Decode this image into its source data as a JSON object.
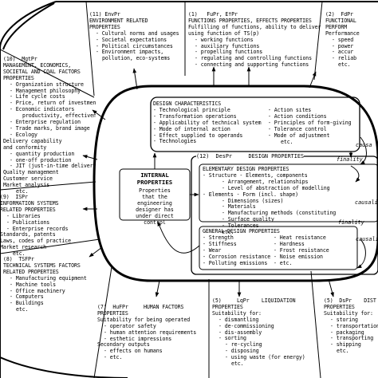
{
  "sections": {
    "env": {
      "lines": [
        {
          "t": "(11) EnvPr",
          "i": 0
        },
        {
          "t": "ENVIRONMENT RELATED",
          "i": 0
        },
        {
          "t": "PROPERTIES",
          "i": 0
        },
        {
          "t": "- Cultural norms and usages",
          "i": 1
        },
        {
          "t": "- Societal expectations",
          "i": 1
        },
        {
          "t": "- Political circumstances",
          "i": 1
        },
        {
          "t": "- Environment impacts,",
          "i": 1
        },
        {
          "t": "pollution, eco-systems",
          "i": 2
        }
      ]
    },
    "fu": {
      "lines": [
        {
          "t": "(1)   FuPr, EfPr",
          "i": 0
        },
        {
          "t": "FUNCTIONS PROPERTIES, EFFECTS PROPERTIES",
          "i": 0
        },
        {
          "t": "Fulfilling of functions, ability to deliver effects,",
          "i": 0
        },
        {
          "t": "using function of TS(p)",
          "i": 0
        },
        {
          "t": "- working functions",
          "i": 1
        },
        {
          "t": "- auxiliary functions",
          "i": 1
        },
        {
          "t": "- propelling functions",
          "i": 1
        },
        {
          "t": "- regulating and controlling functions",
          "i": 1
        },
        {
          "t": "- connecting and supporting functions",
          "i": 1
        }
      ]
    },
    "fd": {
      "lines": [
        {
          "t": "(2)  FdPr",
          "i": 0
        },
        {
          "t": "FUNCTIONAL",
          "i": 0
        },
        {
          "t": "PERFORM",
          "i": 0
        },
        {
          "t": "Performance",
          "i": 0
        },
        {
          "t": "- speed",
          "i": 1
        },
        {
          "t": "- power",
          "i": 1
        },
        {
          "t": "- accur",
          "i": 1
        },
        {
          "t": "- reliab",
          "i": 1
        },
        {
          "t": "etc.",
          "i": 2
        }
      ]
    },
    "mg": {
      "lines": [
        {
          "t": "(10)  MgtPr",
          "i": 0
        },
        {
          "t": "MANAGEMENT, ECONOMICS,",
          "i": 0
        },
        {
          "t": "SOCIETAL AND COAL FACTORS",
          "i": 0
        },
        {
          "t": "PROPERTIES",
          "i": 0
        },
        {
          "t": "- Organization structure",
          "i": 1
        },
        {
          "t": "- Management philosophy",
          "i": 1
        },
        {
          "t": "- Life cycle costs",
          "i": 1
        },
        {
          "t": "- Price, return of investment",
          "i": 1
        },
        {
          "t": "- Economic indicators",
          "i": 1
        },
        {
          "t": "productivity, effectiveness",
          "i": 3
        },
        {
          "t": "- Enterprise regulation",
          "i": 1
        },
        {
          "t": "- Trade marks, brand image",
          "i": 1
        },
        {
          "t": "- Ecology",
          "i": 1
        },
        {
          "t": "Delivery capability",
          "i": 0
        },
        {
          "t": "and conformity",
          "i": 0
        },
        {
          "t": "- quantity production",
          "i": 1
        },
        {
          "t": "- one-off production",
          "i": 1
        },
        {
          "t": "- JIT (just-in-time delivery)",
          "i": 1
        },
        {
          "t": "Quality management",
          "i": 0
        },
        {
          "t": "Customer service",
          "i": 0
        },
        {
          "t": "Market analysis",
          "i": 0
        },
        {
          "t": "etc.",
          "i": 2
        }
      ]
    },
    "is": {
      "lines": [
        {
          "t": "(9)  ISPr",
          "i": 0
        },
        {
          "t": "INFORMATION SYSTEMS",
          "i": 0
        },
        {
          "t": "RELATED PROPERTIES",
          "i": 0
        },
        {
          "t": "- Libraries",
          "i": 1
        },
        {
          "t": "- Publications",
          "i": 1
        },
        {
          "t": "- Enterprise records",
          "i": 1
        },
        {
          "t": "Standards, patents",
          "i": 0
        },
        {
          "t": "Laws, codes of practice",
          "i": 0
        },
        {
          "t": "Market research",
          "i": 0
        },
        {
          "t": "etc.",
          "i": 2
        }
      ]
    },
    "ts": {
      "lines": [
        {
          "t": "(8)  TSFPr",
          "i": 0
        },
        {
          "t": "TECHNICAL SYSTEMS FACTORS",
          "i": 0
        },
        {
          "t": "RELATED PROPERTIES",
          "i": 0
        },
        {
          "t": "- Manufacturing equipment",
          "i": 1
        },
        {
          "t": "- Machine tools",
          "i": 1
        },
        {
          "t": "- Office machinery",
          "i": 1
        },
        {
          "t": "- Computers",
          "i": 1
        },
        {
          "t": "- Buildings",
          "i": 1
        },
        {
          "t": "etc.",
          "i": 2
        }
      ]
    },
    "hu": {
      "lines": [
        {
          "t": "(7)  HuFPr     HUMAN FACTORS",
          "i": 0
        },
        {
          "t": "PROPERTIES",
          "i": 0
        },
        {
          "t": "Suitability for being operated",
          "i": 0
        },
        {
          "t": "- operator safety",
          "i": 1
        },
        {
          "t": "- human attention requirements",
          "i": 1
        },
        {
          "t": "- esthetic impressions",
          "i": 1
        },
        {
          "t": "Secondary outputs",
          "i": 0
        },
        {
          "t": "- effects on humans",
          "i": 1
        },
        {
          "t": "- etc.",
          "i": 1
        }
      ]
    },
    "lq": {
      "lines": [
        {
          "t": "(5)     LqPr    LIQUIDATION",
          "i": 0
        },
        {
          "t": "PROPERTIES",
          "i": 0
        },
        {
          "t": "Suitability for:",
          "i": 0
        },
        {
          "t": "- dismantling",
          "i": 1
        },
        {
          "t": "- de-commissioning",
          "i": 1
        },
        {
          "t": "- dis-assembly",
          "i": 1
        },
        {
          "t": "- sorting",
          "i": 1
        },
        {
          "t": "- re-cycling",
          "i": 2
        },
        {
          "t": "- disposing",
          "i": 2
        },
        {
          "t": "- using waste (for energy)",
          "i": 2
        },
        {
          "t": "etc.",
          "i": 3
        }
      ]
    },
    "ds": {
      "lines": [
        {
          "t": "(5)  DsPr    DIST",
          "i": 0
        },
        {
          "t": "PROPERTIES",
          "i": 0
        },
        {
          "t": "Suitability for:",
          "i": 0
        },
        {
          "t": "- storing",
          "i": 1
        },
        {
          "t": "- transportation",
          "i": 1
        },
        {
          "t": "- packaging",
          "i": 1
        },
        {
          "t": "- transporting",
          "i": 1
        },
        {
          "t": "- shipping",
          "i": 1
        },
        {
          "t": "etc.",
          "i": 2
        }
      ]
    },
    "dc": {
      "lines": [
        {
          "t": "DESIGN CHARACTERISTICS",
          "i": 0
        },
        {
          "t": "- Technological principle",
          "i": 0
        },
        {
          "t": "- Transformation operations",
          "i": 0
        },
        {
          "t": "- Applicability of technical system",
          "i": 0
        },
        {
          "t": "- Mode of internal action",
          "i": 0
        },
        {
          "t": "- Effect supplied to operands",
          "i": 0
        },
        {
          "t": "- Technologies",
          "i": 0
        }
      ]
    },
    "dc2": {
      "lines": [
        {
          "t": "- Action sites",
          "i": 0
        },
        {
          "t": "- Action conditions",
          "i": 0
        },
        {
          "t": "- Principles of form-giving",
          "i": 0
        },
        {
          "t": "- Tolerance control",
          "i": 0
        },
        {
          "t": "- Mode of adjustment",
          "i": 0
        },
        {
          "t": "etc.",
          "i": 2
        }
      ]
    },
    "des_header": "(12)  DesPr     DESIGN PROPERTIES",
    "elem": {
      "lines": [
        {
          "t": "ELEMENTARY DESIGN PROPERTIES",
          "i": 0
        },
        {
          "t": "- Structure - Elements, components",
          "i": 0
        },
        {
          "t": "- Arrangement, relationships",
          "i": 3
        },
        {
          "t": "- Level of abstraction of modelling",
          "i": 3
        },
        {
          "t": "- Elements - Form (incl. shape)",
          "i": 0
        },
        {
          "t": "- Dimensions (sizes)",
          "i": 3
        },
        {
          "t": "- Materials",
          "i": 3
        },
        {
          "t": "- Manufacturing methods (constituting",
          "i": 3
        },
        {
          "t": "- Surface quality",
          "i": 3
        },
        {
          "t": "- Tolerances",
          "i": 3
        },
        {
          "t": "etc.",
          "i": 3
        }
      ]
    },
    "gen": {
      "lines": [
        {
          "t": "GENERAL DESIGN PROPERTIES",
          "i": 0
        },
        {
          "t": "- Strength             - Heat resistance",
          "i": 0
        },
        {
          "t": "- Stiffness            - Hardness",
          "i": 0
        },
        {
          "t": "- Wear                 - Frost resistance",
          "i": 0
        },
        {
          "t": "- Corrosion resistance - Noise emission",
          "i": 0
        },
        {
          "t": "- Polluting emissions  - etc.",
          "i": 0
        }
      ]
    },
    "core": {
      "title": "INTERNAL\nPROPERTIES",
      "desc": "Properties\nthat the\nengineering\ndesigner has\nunder direct\ncontrol"
    }
  },
  "labels": {
    "finality": "finality",
    "causality": "causality",
    "causali": "causali",
    "causa": "causa"
  }
}
